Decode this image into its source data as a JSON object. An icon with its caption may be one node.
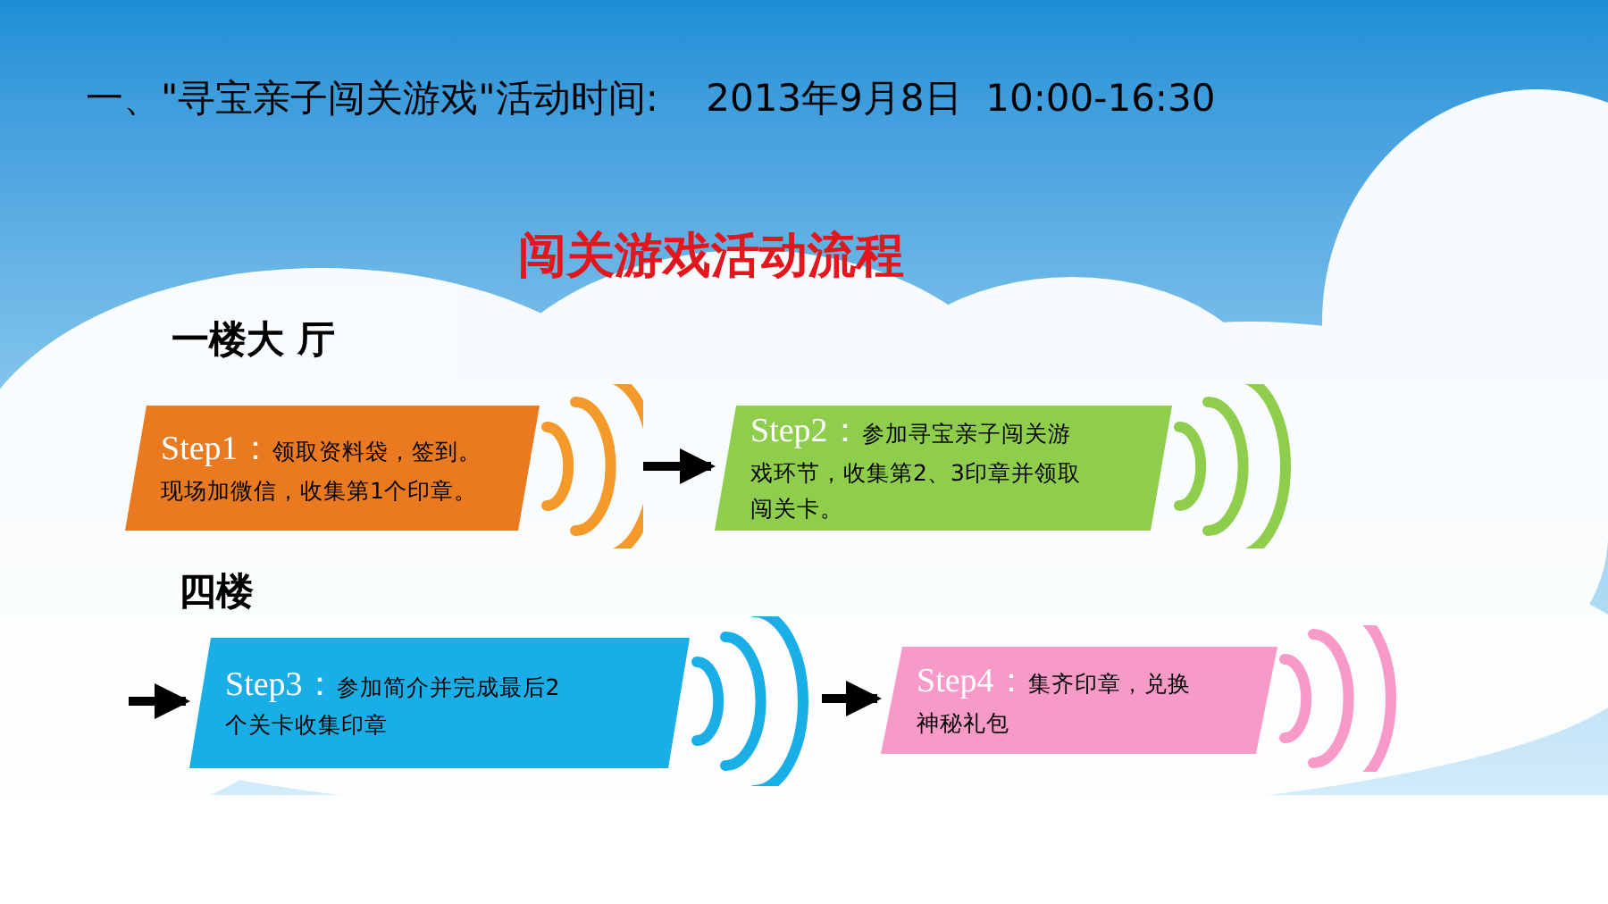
{
  "diagram": {
    "title": "一、\"寻宝亲子闯关游戏\"活动时间:    2013年9月8日  10:00-16:30",
    "nodes": [
      {
        "text": [
          "Step1：",
          "领取资料袋，签到。现场加微信，收集第1个印章。"
        ]
      },
      {
        "text": [
          "Step2：",
          "参加寻宝亲子闯关游戏环节，收集第2、3印章并领取闯关卡。"
        ]
      },
      {
        "text": [
          "Step3：",
          "参加简介并完成最后2个关卡收集印章"
        ]
      },
      {
        "text": [
          "Step4：",
          "集齐印章，兑换神秘礼包"
        ]
      }
    ],
    "edges": [
      {
        "from": 0,
        "to": 1,
        "arrow": "to"
      },
      {
        "from": null,
        "to": 2,
        "arrow": "to"
      },
      {
        "from": 2,
        "to": 3,
        "arrow": "to"
      }
    ],
    "labels": [
      "闯关游戏活动流程",
      "一楼大 厅",
      "四楼"
    ]
  }
}
